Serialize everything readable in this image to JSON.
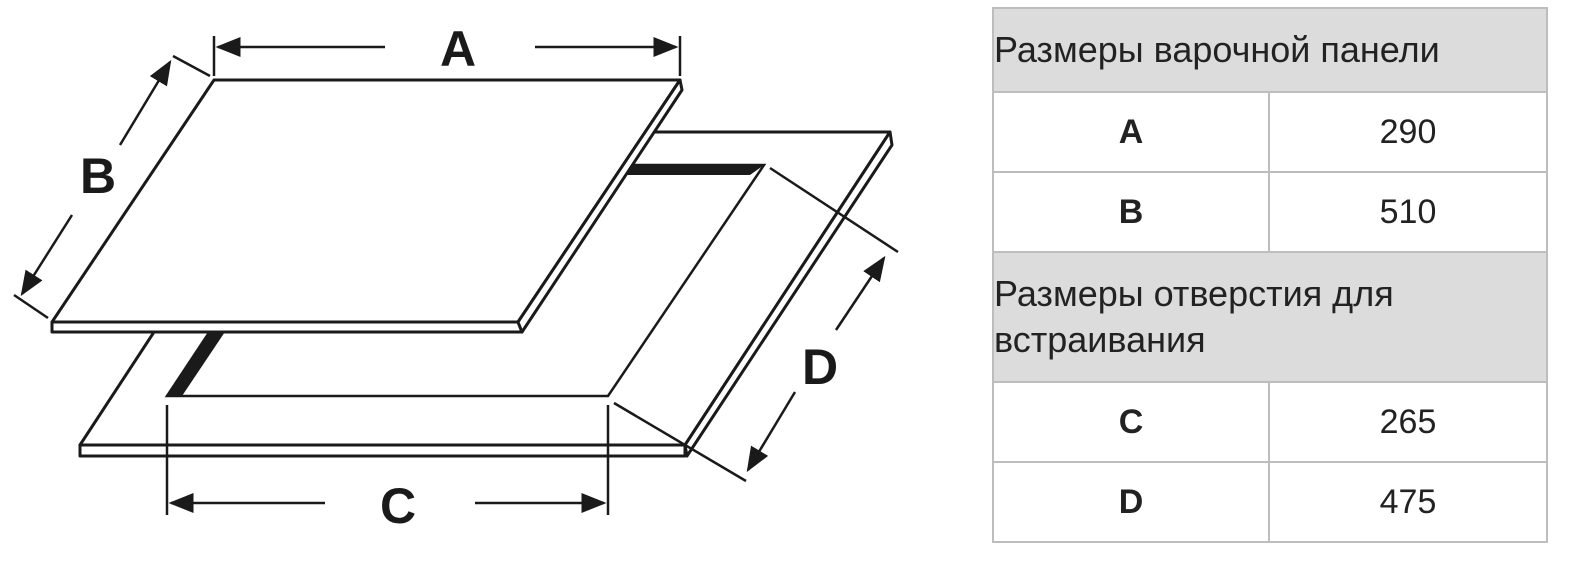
{
  "diagram": {
    "labels": {
      "a": "A",
      "b": "B",
      "c": "C",
      "d": "D"
    }
  },
  "table": {
    "sections": [
      {
        "title": "Размеры варочной панели",
        "rows": [
          {
            "key": "A",
            "value": "290"
          },
          {
            "key": "B",
            "value": "510"
          }
        ]
      },
      {
        "title": "Размеры отверстия для встраивания",
        "rows": [
          {
            "key": "C",
            "value": "265"
          },
          {
            "key": "D",
            "value": "475"
          }
        ]
      }
    ]
  },
  "colors": {
    "line": "#1a1a1a",
    "header_bg": "#dcdcdc",
    "border": "#bdbdbd"
  }
}
